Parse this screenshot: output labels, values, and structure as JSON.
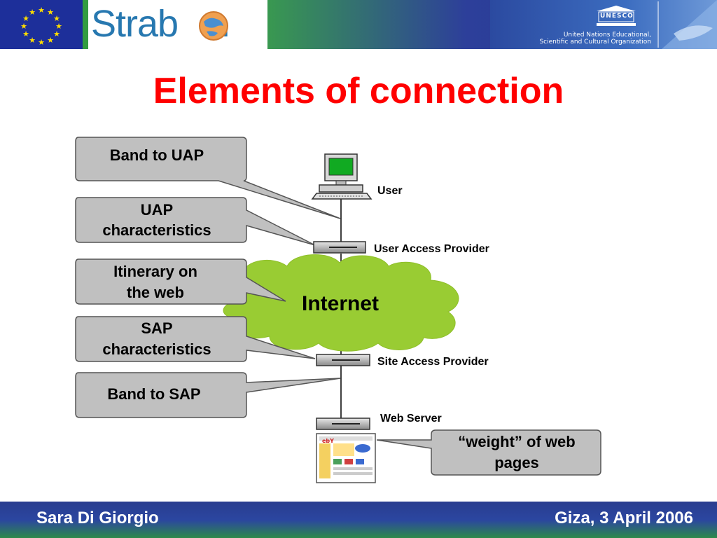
{
  "header": {
    "logo_text": "Strab",
    "logo_text_end": "n",
    "unesco_word": "UNESCO",
    "unesco_line1": "United Nations Educational,",
    "unesco_line2": "Scientific and Cultural Organization"
  },
  "title": "Elements of connection",
  "callouts": {
    "band_to_uap": "Band to UAP",
    "uap_line1": "UAP",
    "uap_line2": "characteristics",
    "itinerary_line1": "Itinerary on",
    "itinerary_line2": "the web",
    "sap_line1": "SAP",
    "sap_line2": "characteristics",
    "band_to_sap": "Band to SAP",
    "weight_line1": "“weight” of web",
    "weight_line2": "pages"
  },
  "nodes": {
    "user": "User",
    "user_access_provider": "User Access Provider",
    "internet": "Internet",
    "site_access_provider": "Site Access Provider",
    "web_server": "Web Server",
    "ebay_logo": "ebY"
  },
  "footer": {
    "author": "Sara Di Giorgio",
    "place_date": "Giza, 3 April 2006"
  },
  "colors": {
    "title": "#ff0000",
    "callout_fill": "#c0c0c0",
    "cloud_fill": "#99cc33",
    "header_green": "#2f9a3c",
    "header_blue": "#233a8f"
  }
}
